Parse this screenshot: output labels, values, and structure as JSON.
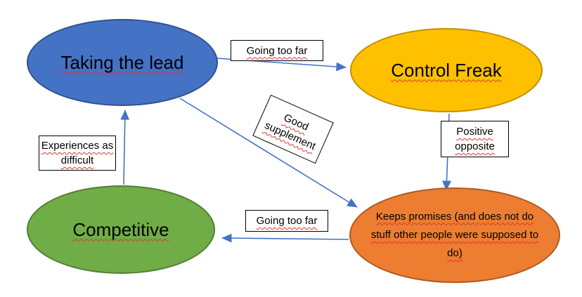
{
  "diagram": {
    "nodes": {
      "taking_the_lead": {
        "label": "Taking the lead",
        "fill": "#4472C4",
        "border": "#2F528F"
      },
      "control_freak": {
        "label": "Control Freak",
        "fill": "#FFC000",
        "border": "#BF9000"
      },
      "competitive": {
        "label": "Competitive",
        "fill": "#70AD47",
        "border": "#507E32"
      },
      "keeps_promises": {
        "label": "Keeps promises (and does not do stuff other people were supposed to do)",
        "fill": "#ED7D31",
        "border": "#AE5A21"
      }
    },
    "edges": [
      {
        "from": "taking_the_lead",
        "to": "control_freak",
        "label": "Going too far"
      },
      {
        "from": "taking_the_lead",
        "to": "keeps_promises",
        "label": "Good supplement"
      },
      {
        "from": "control_freak",
        "to": "keeps_promises",
        "label": "Positive opposite"
      },
      {
        "from": "keeps_promises",
        "to": "competitive",
        "label": "Going too far"
      },
      {
        "from": "competitive",
        "to": "taking_the_lead",
        "label": "Experiences as difficult"
      }
    ],
    "colors": {
      "arrow": "#4472C4",
      "spellcheck_underline": "#E03434",
      "background": "#FFFFFF"
    }
  }
}
